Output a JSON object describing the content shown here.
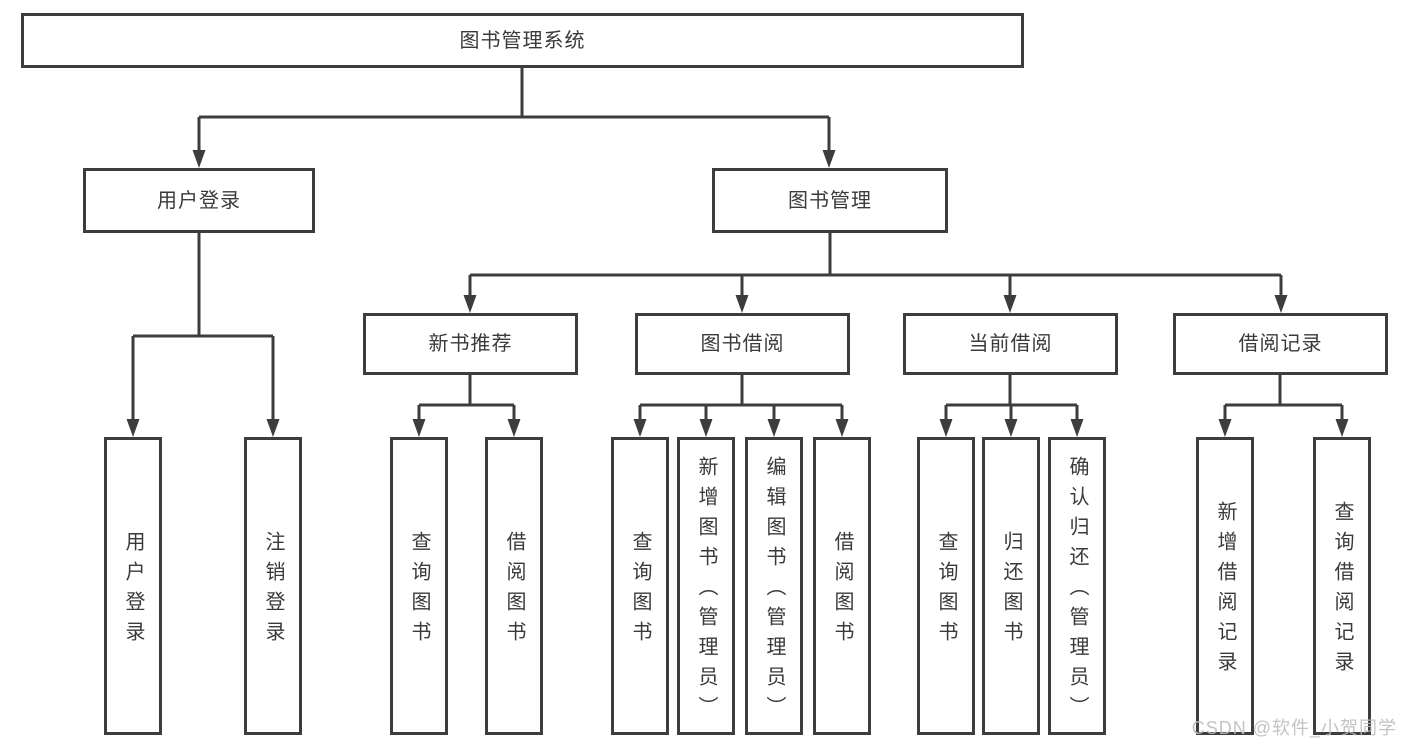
{
  "tree": {
    "root": {
      "label": "图书管理系统"
    },
    "branches": [
      {
        "label": "用户登录",
        "leaves": [
          "用户登录",
          "注销登录"
        ]
      },
      {
        "label": "图书管理",
        "groups": [
          {
            "label": "新书推荐",
            "leaves": [
              "查询图书",
              "借阅图书"
            ]
          },
          {
            "label": "图书借阅",
            "leaves": [
              "查询图书",
              "新增图书（管理员）",
              "编辑图书（管理员）",
              "借阅图书"
            ]
          },
          {
            "label": "当前借阅",
            "leaves": [
              "查询图书",
              "归还图书",
              "确认归还（管理员）"
            ]
          },
          {
            "label": "借阅记录",
            "leaves": [
              "新增借阅记录",
              "查询借阅记录"
            ]
          }
        ]
      }
    ]
  },
  "watermark": {
    "text": "CSDN @软件_小贺同学"
  },
  "colors": {
    "line": "#3d3d3d",
    "text": "#3a3a3a",
    "watermark": "#bdbdbd",
    "background": "#ffffff"
  }
}
